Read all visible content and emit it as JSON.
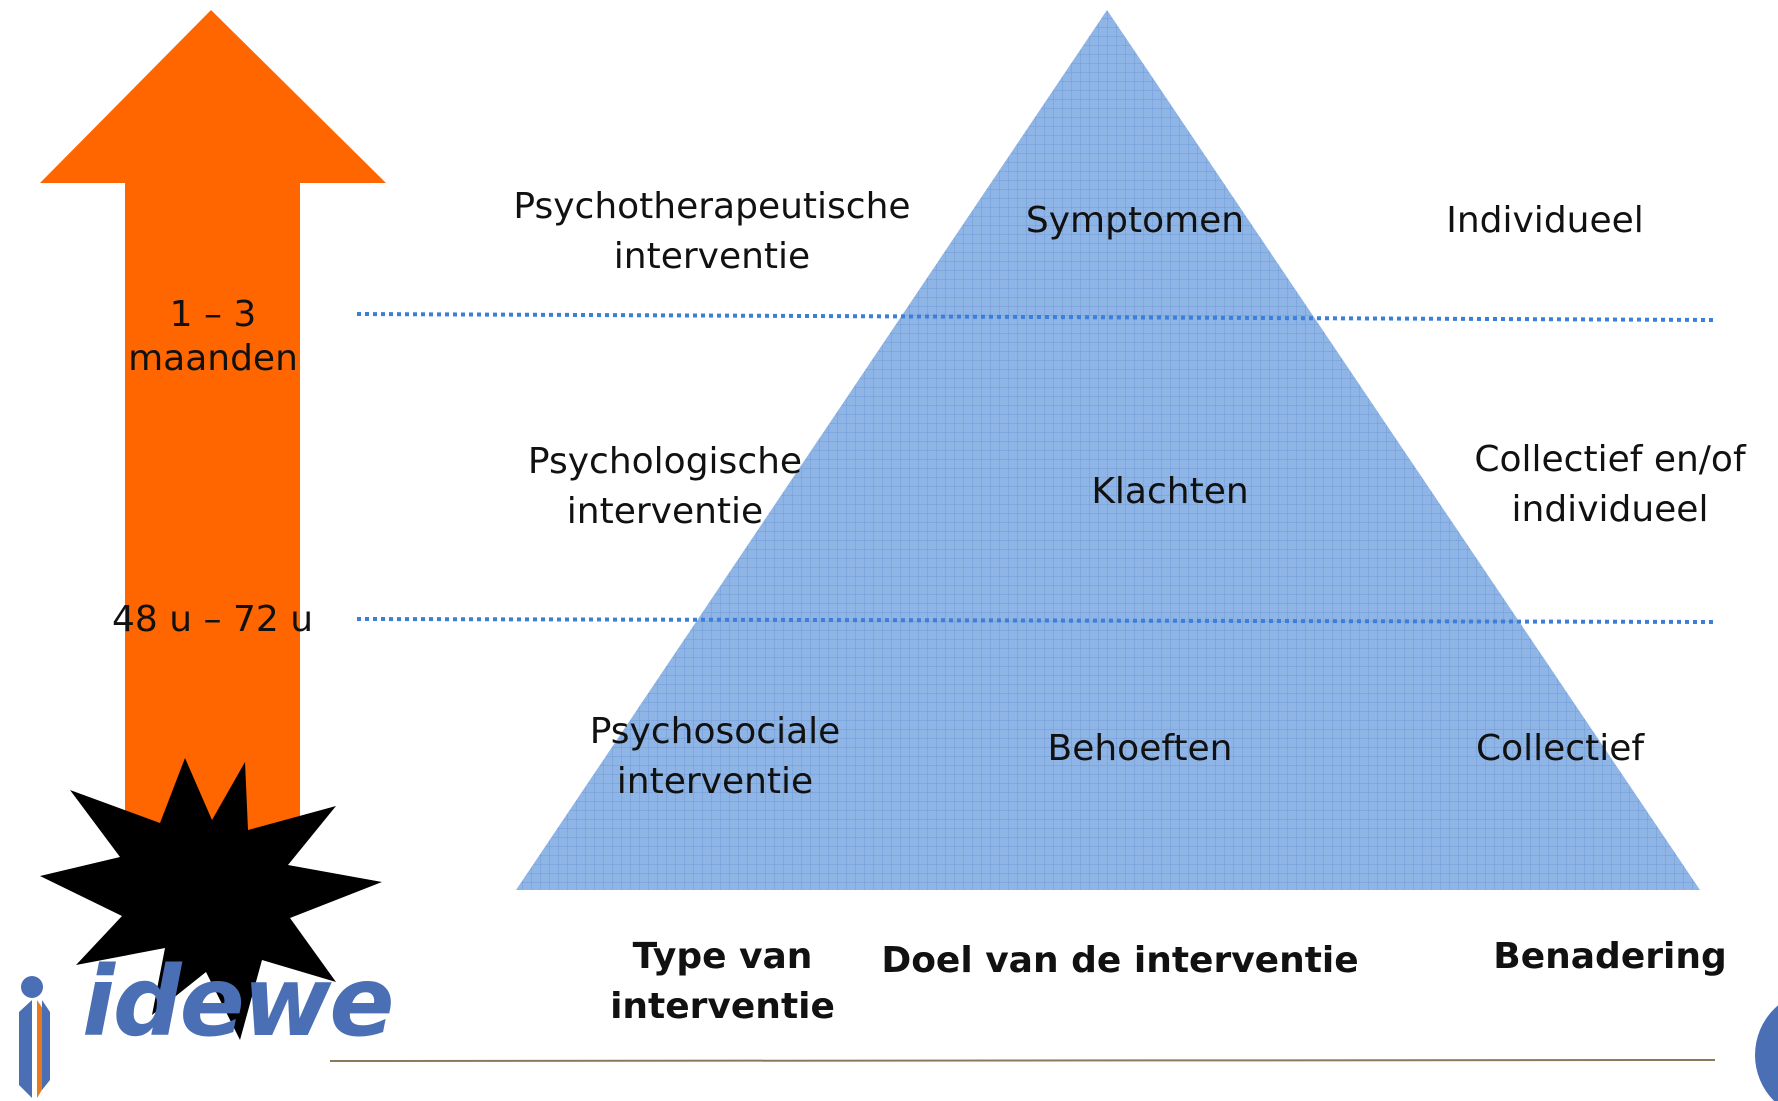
{
  "colors": {
    "arrow": "#ff6600",
    "pyramid_fill": "#8fb5e6",
    "pyramid_grid": "#6f9bd6",
    "divider": "#3d7fd6",
    "footer_line": "#8a7a5a",
    "logo": "#4a6fb5",
    "burst": "#000000"
  },
  "arrow": {
    "label_top": "1 – 3\nmaanden",
    "label_bottom": "48 u – 72 u"
  },
  "left_column": [
    "Psychotherapeutische\ninterventie",
    "Psychologische\ninterventie",
    "Psychosociale\ninterventie"
  ],
  "middle_column": [
    "Symptomen",
    "Klachten",
    "Behoeften"
  ],
  "right_column": [
    "Individueel",
    "Collectief en/of\nindividueel",
    "Collectief"
  ],
  "footer": {
    "type": "Type van\ninterventie",
    "doel": "Doel van de interventie",
    "benadering": "Benadering"
  },
  "logo": {
    "text": "idewe"
  }
}
